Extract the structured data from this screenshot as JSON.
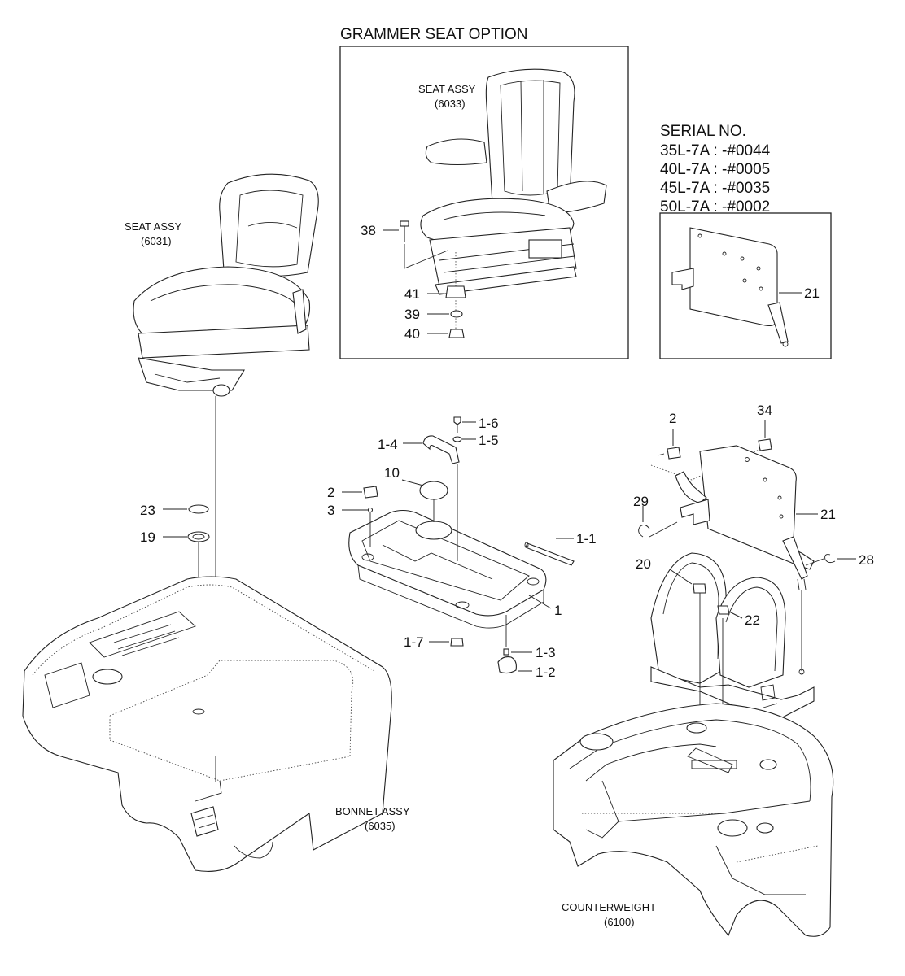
{
  "option_title": "GRAMMER SEAT OPTION",
  "serial": {
    "heading": "SERIAL NO.",
    "lines": [
      "35L-7A : -#0044",
      "40L-7A : -#0005",
      "45L-7A : -#0035",
      "50L-7A : -#0002"
    ]
  },
  "assemblies": {
    "seat_grammer": {
      "name": "SEAT ASSY",
      "code": "(6033)"
    },
    "seat_std": {
      "name": "SEAT ASSY",
      "code": "(6031)"
    },
    "bonnet": {
      "name": "BONNET ASSY",
      "code": "(6035)"
    },
    "counterweight": {
      "name": "COUNTERWEIGHT",
      "code": "(6100)"
    }
  },
  "parts": {
    "p38": "38",
    "p41": "41",
    "p39": "39",
    "p40": "40",
    "p21_serial": "21",
    "p23": "23",
    "p19": "19",
    "p1_6": "1-6",
    "p1_4": "1-4",
    "p1_5": "1-5",
    "p10": "10",
    "p2_cover": "2",
    "p3": "3",
    "p1_1": "1-1",
    "p1": "1",
    "p1_7": "1-7",
    "p1_3": "1-3",
    "p1_2": "1-2",
    "p2_bracket": "2",
    "p34": "34",
    "p29": "29",
    "p21": "21",
    "p28": "28",
    "p20": "20",
    "p22": "22"
  }
}
